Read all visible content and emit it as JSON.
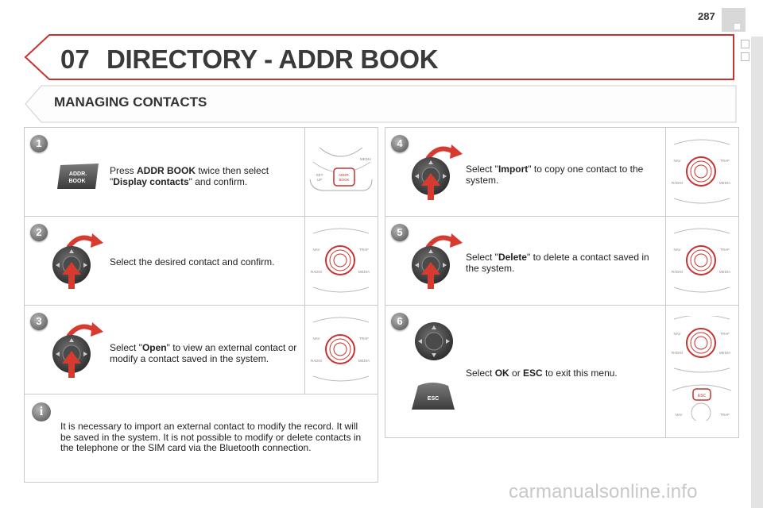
{
  "header": {
    "page_number": "287",
    "chapter_number": "07",
    "chapter_title": "DIRECTORY - ADDR BOOK"
  },
  "section_title": "MANAGING CONTACTS",
  "steps": [
    {
      "number": "1",
      "pre": "Press ",
      "bold": "ADDR BOOK",
      "mid": " twice then select \"",
      "bold2": "Display contacts",
      "post": "\" and confirm.",
      "button_label_1": "ADDR.",
      "button_label_2": "BOOK"
    },
    {
      "number": "2",
      "text": "Select the desired contact and confirm."
    },
    {
      "number": "3",
      "pre": "Select \"",
      "bold": "Open",
      "post": "\" to view an external contact or modify a contact saved in the system."
    },
    {
      "number": "4",
      "pre": "Select \"",
      "bold": "Import",
      "post": "\" to copy one contact to the system."
    },
    {
      "number": "5",
      "pre": "Select \"",
      "bold": "Delete",
      "post": "\" to delete a contact saved in the system."
    },
    {
      "number": "6",
      "pre": "Select ",
      "bold": "OK",
      "mid": " or ",
      "bold2": "ESC",
      "post": " to exit this menu.",
      "esc_label": "ESC"
    }
  ],
  "info": {
    "icon": "i",
    "text": "It is necessary to import an external contact to modify the record. It will be saved in the system. It is not possible to modify or delete contacts in the telephone or the SIM card via the Bluetooth connection."
  },
  "panel_labels": {
    "nav": "NAV",
    "traf": "TRAF",
    "radio": "RADIO",
    "media": "MEDIA",
    "set_up_1": "SET",
    "set_up_2": "UP",
    "addr_1": "ADDR.",
    "addr_2": "BOOK",
    "esc": "ESC"
  },
  "watermark": "carmanualsonline.info"
}
